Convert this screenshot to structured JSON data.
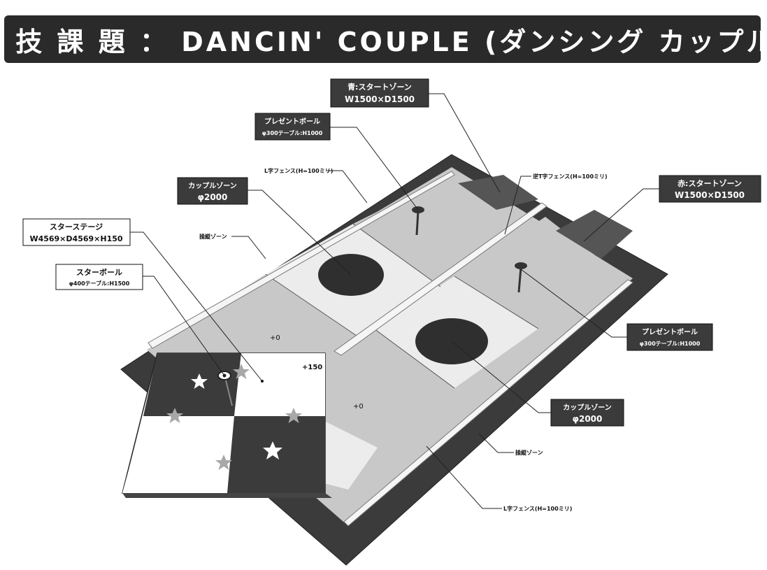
{
  "title": "競 技 課 題 ： DANCIN' COUPLE (ダンシング カップル)",
  "labels": {
    "blue_start_line1": "青:スタートゾーン",
    "blue_start_line2": "W1500×D1500",
    "present_ball_top_line1": "プレゼントボール",
    "present_ball_top_line2": "φ300テーブル:H1000",
    "l_fence_top": "L字フェンス(H=100ミリ)",
    "reverse_t_fence": "逆T字フェンス(H=100ミリ)",
    "red_start_line1": "赤:スタートゾーン",
    "red_start_line2": "W1500×D1500",
    "couple_zone_left_line1": "カップルゾーン",
    "couple_zone_left_line2": "φ2000",
    "operation_zone_top": "操縦ゾーン",
    "star_stage_line1": "スターステージ",
    "star_stage_line2": "W4569×D4569×H150",
    "star_pole_line1": "スターボール",
    "star_pole_line2": "φ400テーブル:H1500",
    "present_ball_right_line1": "プレゼントボール",
    "present_ball_right_line2": "φ300テーブル:H1000",
    "couple_zone_right_line1": "カップルゾーン",
    "couple_zone_right_line2": "φ2000",
    "operation_zone_bottom": "操縦ゾーン",
    "l_fence_bottom": "L字フェンス(H=100ミリ)",
    "height_zero_left": "+0",
    "height_stage": "+150",
    "height_zero_right": "+0"
  },
  "colors": {
    "banner": "#2a2a2a",
    "floor_dark": "#3b3b3b",
    "panel_gray": "#c8c8c8",
    "panel_light": "#ededed",
    "circle": "#2f2f2f",
    "start_zone": "#555555",
    "star_gray": "#a8a8a8",
    "star_white": "#ffffff"
  }
}
